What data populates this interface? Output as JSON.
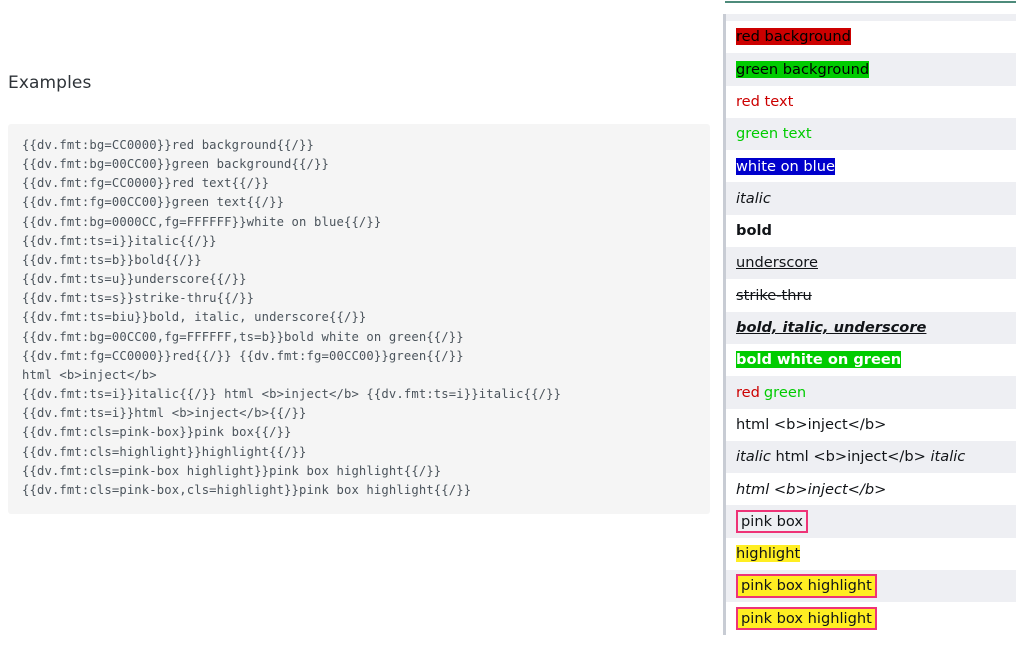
{
  "page": {
    "heading": "Examples",
    "accent_color": "#4e8b7b",
    "code_bg": "#f5f5f5",
    "code_fg": "#4b545c",
    "stripe_color": "#eeeff3",
    "border_color": "#c8ccd4"
  },
  "code": {
    "language": "markdown",
    "lines": [
      "{{dv.fmt:bg=CC0000}}red background{{/}}",
      "{{dv.fmt:bg=00CC00}}green background{{/}}",
      "{{dv.fmt:fg=CC0000}}red text{{/}}",
      "{{dv.fmt:fg=00CC00}}green text{{/}}",
      "{{dv.fmt:bg=0000CC,fg=FFFFFF}}white on blue{{/}}",
      "{{dv.fmt:ts=i}}italic{{/}}",
      "{{dv.fmt:ts=b}}bold{{/}}",
      "{{dv.fmt:ts=u}}underscore{{/}}",
      "{{dv.fmt:ts=s}}strike-thru{{/}}",
      "{{dv.fmt:ts=biu}}bold, italic, underscore{{/}}",
      "{{dv.fmt:bg=00CC00,fg=FFFFFF,ts=b}}bold white on green{{/}}",
      "{{dv.fmt:fg=CC0000}}red{{/}} {{dv.fmt:fg=00CC00}}green{{/}}",
      "html <b>inject</b>",
      "{{dv.fmt:ts=i}}italic{{/}} html <b>inject</b> {{dv.fmt:ts=i}}italic{{/}}",
      "{{dv.fmt:ts=i}}html <b>inject</b>{{/}}",
      "{{dv.fmt:cls=pink-box}}pink box{{/}}",
      "{{dv.fmt:cls=highlight}}highlight{{/}}",
      "{{dv.fmt:cls=pink-box highlight}}pink box highlight{{/}}",
      "{{dv.fmt:cls=pink-box,cls=highlight}}pink box highlight{{/}}"
    ]
  },
  "results": [
    {
      "name": "red-background",
      "stripe": false,
      "segments": [
        {
          "text": "red background",
          "style": "bg-red"
        }
      ]
    },
    {
      "name": "green-background",
      "stripe": true,
      "segments": [
        {
          "text": "green background",
          "style": "bg-green"
        }
      ]
    },
    {
      "name": "red-text",
      "stripe": false,
      "segments": [
        {
          "text": "red text",
          "style": "fg-red"
        }
      ]
    },
    {
      "name": "green-text",
      "stripe": true,
      "segments": [
        {
          "text": "green text",
          "style": "fg-green"
        }
      ]
    },
    {
      "name": "white-on-blue",
      "stripe": false,
      "segments": [
        {
          "text": "white on blue",
          "style": "bg-blue-fg-white"
        }
      ]
    },
    {
      "name": "italic",
      "stripe": true,
      "segments": [
        {
          "text": "italic",
          "style": "ts-i"
        }
      ]
    },
    {
      "name": "bold",
      "stripe": false,
      "segments": [
        {
          "text": "bold",
          "style": "ts-b"
        }
      ]
    },
    {
      "name": "underscore",
      "stripe": true,
      "segments": [
        {
          "text": "underscore",
          "style": "ts-u"
        }
      ]
    },
    {
      "name": "strike-thru",
      "stripe": false,
      "segments": [
        {
          "text": "strike-thru",
          "style": "ts-s"
        }
      ]
    },
    {
      "name": "bold-italic-underscore",
      "stripe": true,
      "segments": [
        {
          "text": "bold, italic, underscore",
          "style": "ts-biu"
        }
      ]
    },
    {
      "name": "bold-white-on-green",
      "stripe": false,
      "segments": [
        {
          "text": "bold white on green",
          "style": "bg-green-fg-white-b"
        }
      ]
    },
    {
      "name": "red-green",
      "stripe": true,
      "segments": [
        {
          "text": "red",
          "style": "fg-red"
        },
        {
          "text": " ",
          "style": "sp"
        },
        {
          "text": "green",
          "style": "fg-green"
        }
      ]
    },
    {
      "name": "html-inject",
      "stripe": false,
      "segments": [
        {
          "text": "html <b>inject</b>",
          "style": ""
        }
      ]
    },
    {
      "name": "italic-html-inject-italic",
      "stripe": true,
      "segments": [
        {
          "text": "italic",
          "style": "ts-i"
        },
        {
          "text": " html <b>inject</b> ",
          "style": ""
        },
        {
          "text": "italic",
          "style": "ts-i"
        }
      ]
    },
    {
      "name": "italic-html-inject",
      "stripe": false,
      "segments": [
        {
          "text": "html <b>inject</b>",
          "style": "ts-i"
        }
      ]
    },
    {
      "name": "pink-box",
      "stripe": true,
      "segments": [
        {
          "text": "pink box",
          "style": "pink-box"
        }
      ]
    },
    {
      "name": "highlight",
      "stripe": false,
      "segments": [
        {
          "text": "highlight",
          "style": "highlight"
        }
      ]
    },
    {
      "name": "pink-box-highlight-space",
      "stripe": true,
      "segments": [
        {
          "text": "pink box highlight",
          "style": "pink-box highlight"
        }
      ]
    },
    {
      "name": "pink-box-highlight-comma",
      "stripe": false,
      "segments": [
        {
          "text": "pink box highlight",
          "style": "pink-box highlight"
        }
      ]
    }
  ]
}
